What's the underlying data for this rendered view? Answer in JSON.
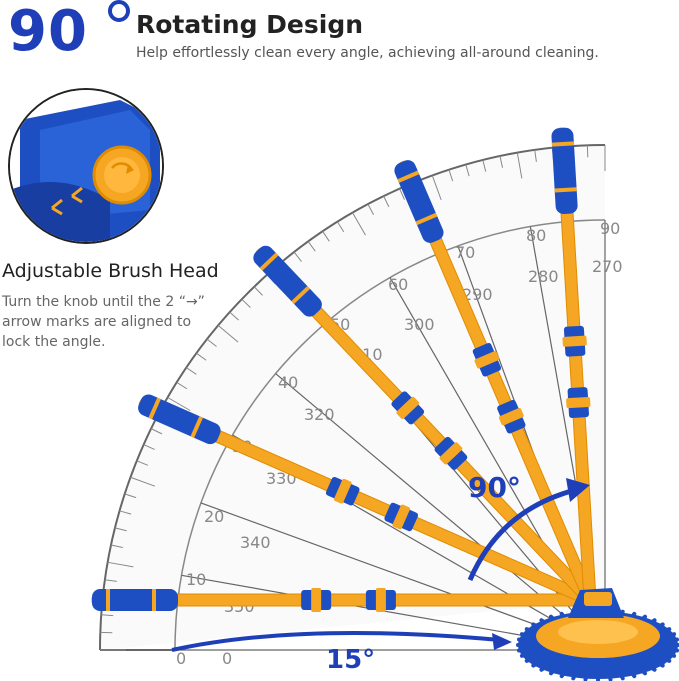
{
  "header": {
    "big_number": "90",
    "title": "Rotating Design",
    "subtitle": "Help effortlessly clean every angle, achieving all-around cleaning."
  },
  "inset": {
    "title": "Adjustable Brush Head",
    "description": "Turn the knob until the 2 “→” arrow marks are aligned to lock the angle."
  },
  "protractor": {
    "outer_labels": [
      "0",
      "10",
      "20",
      "30",
      "40",
      "50",
      "60",
      "70",
      "80",
      "90"
    ],
    "inner_labels": [
      "0",
      "350",
      "340",
      "330",
      "320",
      "310",
      "300",
      "290",
      "280",
      "270"
    ]
  },
  "angles": {
    "large": "90°",
    "small": "15°"
  },
  "colors": {
    "brand_blue": "#1f3fb8",
    "pole_yellow": "#f5a623",
    "grip_blue": "#1e4fc2"
  }
}
